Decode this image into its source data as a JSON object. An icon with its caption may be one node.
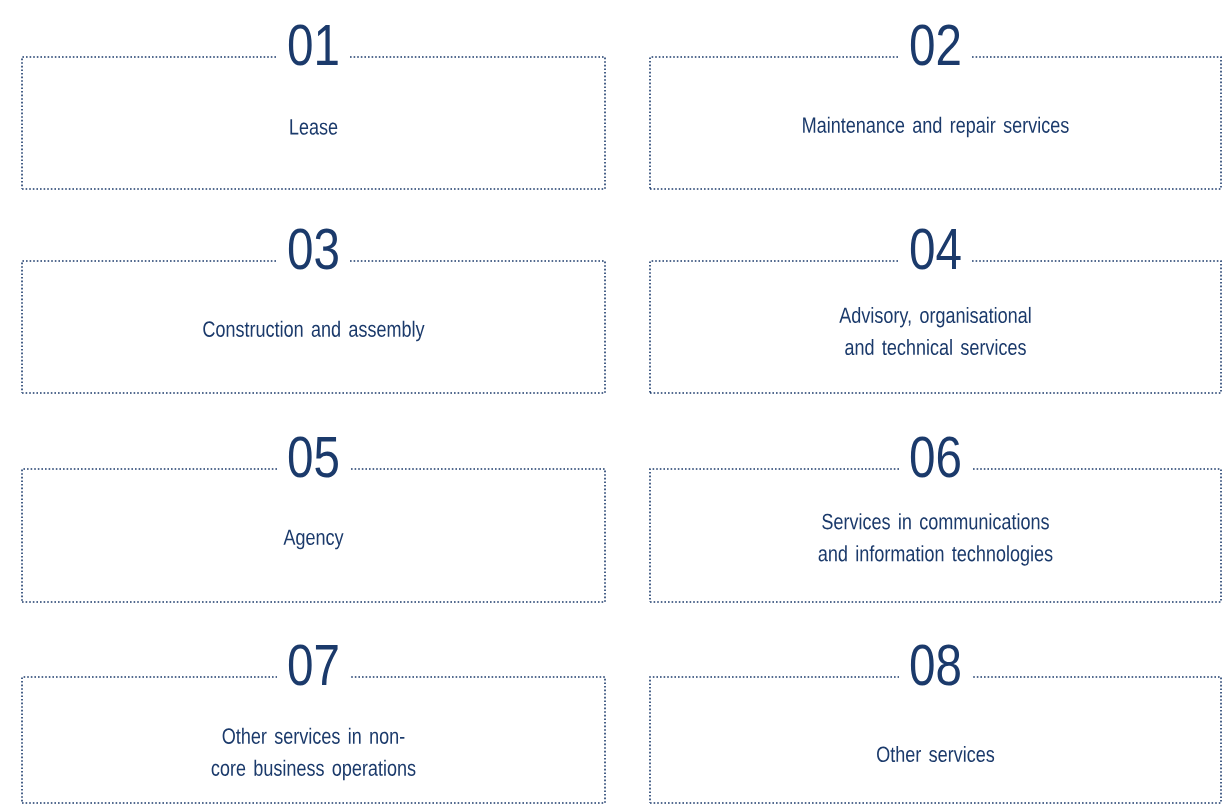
{
  "diagram": {
    "nodes": [
      {
        "text": [
          "01",
          "Lease"
        ]
      },
      {
        "text": [
          "02",
          "Maintenance and repair services"
        ]
      },
      {
        "text": [
          "03",
          "Construction and assembly"
        ]
      },
      {
        "text": [
          "04",
          "Advisory, organisational and technical services"
        ]
      },
      {
        "text": [
          "05",
          "Agency"
        ]
      },
      {
        "text": [
          "06",
          "Services in communications and information technologies"
        ]
      },
      {
        "text": [
          "07",
          "Other services in non-core business operations"
        ]
      },
      {
        "text": [
          "08",
          "Other services"
        ]
      }
    ]
  }
}
